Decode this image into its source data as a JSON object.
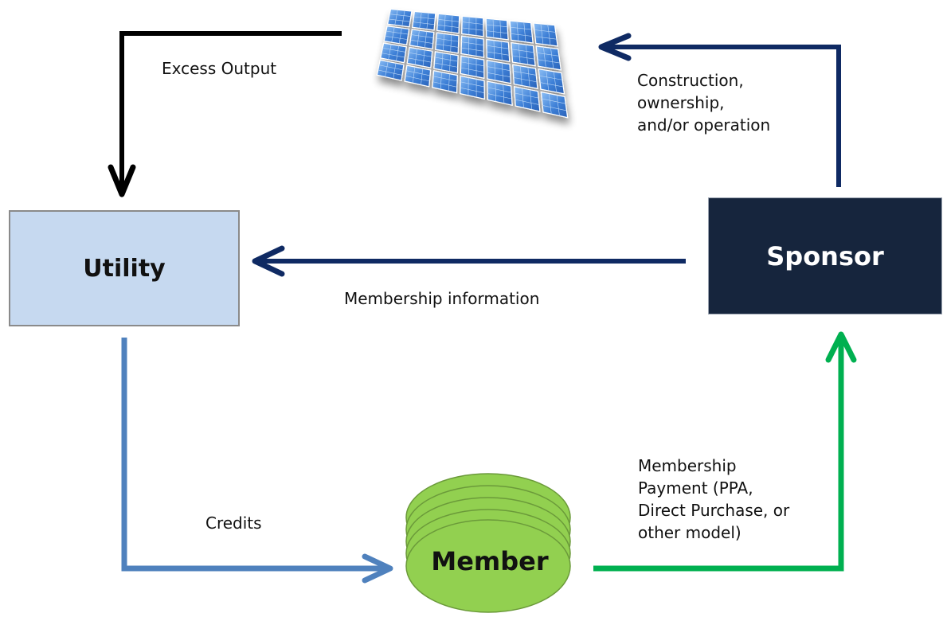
{
  "nodes": {
    "utility": "Utility",
    "sponsor": "Sponsor",
    "member": "Member"
  },
  "edges": {
    "excess_output": "Excess Output",
    "construction": "Construction,\nownership,\nand/or operation",
    "membership_information": "Membership information",
    "credits": "Credits",
    "membership_payment": "Membership\nPayment (PPA,\nDirect Purchase, or\nother model)"
  },
  "icons": {
    "solar_panel": "solar-panel-icon"
  },
  "colors": {
    "utility_fill": "#c6d9f0",
    "sponsor_fill": "#16253d",
    "member_fill": "#92d050",
    "arrow_black": "#000000",
    "arrow_navy": "#0f2a63",
    "arrow_blue": "#4f81bd",
    "arrow_green": "#00b050",
    "solar_cell": "#4a86d8"
  }
}
